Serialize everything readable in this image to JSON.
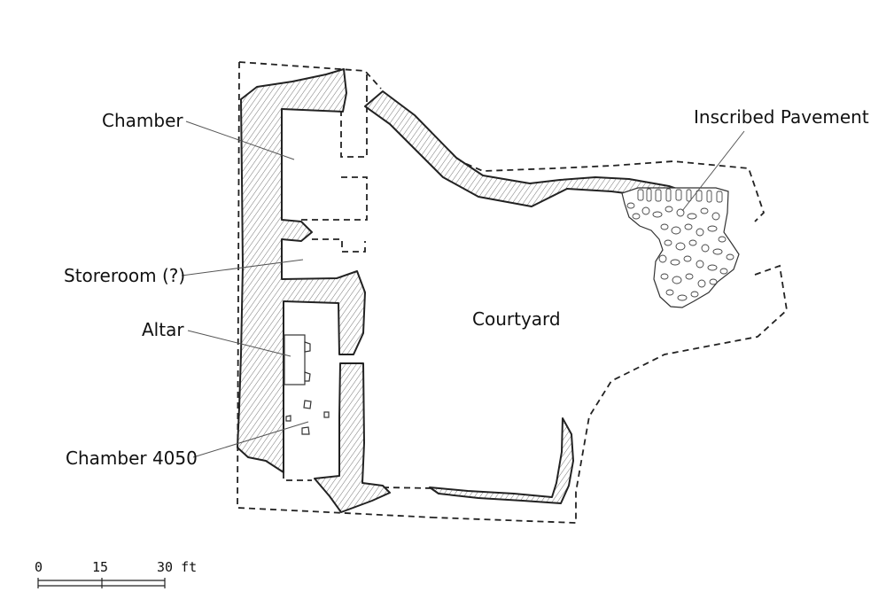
{
  "labels": {
    "chamber": "Chamber",
    "storeroom": "Storeroom (?)",
    "altar": "Altar",
    "chamber_4050": "Chamber 4050",
    "courtyard": "Courtyard",
    "inscribed_pavement": "Inscribed Pavement"
  },
  "scale_bar": {
    "tick_0": "0",
    "tick_15": "15",
    "tick_30": "30 ft"
  },
  "colors": {
    "wall_outline": "#222222",
    "hatch": "#555555",
    "background": "#ffffff"
  }
}
